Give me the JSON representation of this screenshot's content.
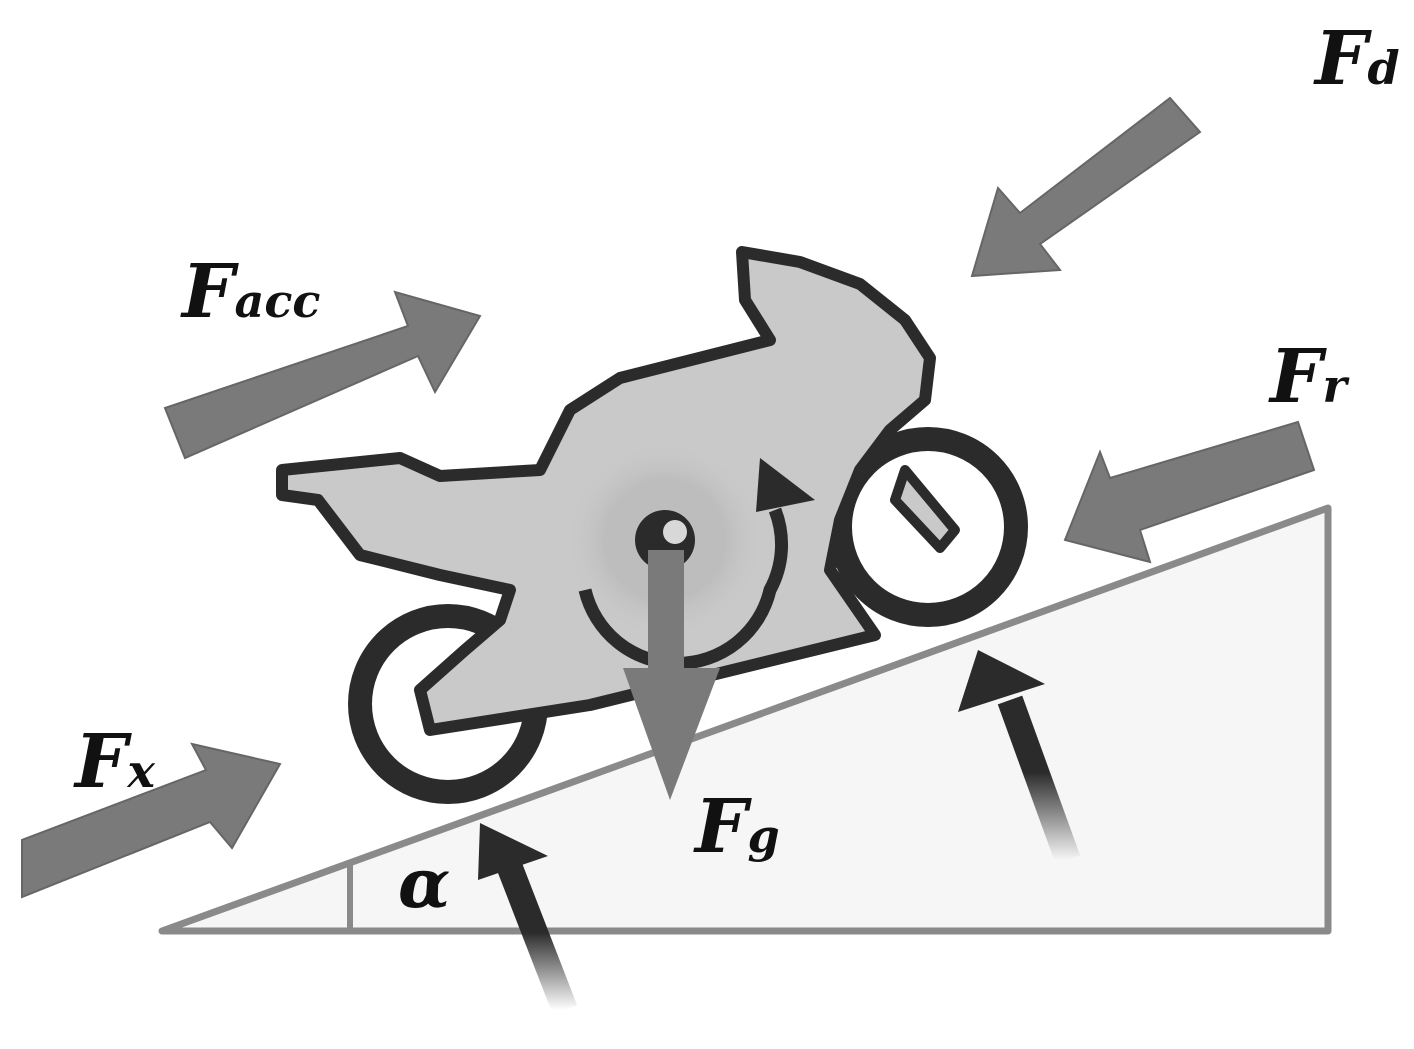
{
  "labels": {
    "drag": {
      "main": "F",
      "sub": "d"
    },
    "acceleration": {
      "main": "F",
      "sub": "acc"
    },
    "rolling": {
      "main": "F",
      "sub": "r"
    },
    "traction": {
      "main": "F",
      "sub": "x"
    },
    "gravity": {
      "main": "F",
      "sub": "g"
    },
    "slope_angle": "α"
  },
  "colors": {
    "arrow_fill": "#7a7a7a",
    "outline": "#2b2b2b",
    "bike_body": "#c9c9c9",
    "slope_fill": "#f6f6f6",
    "slope_edge": "#8a8a8a"
  }
}
